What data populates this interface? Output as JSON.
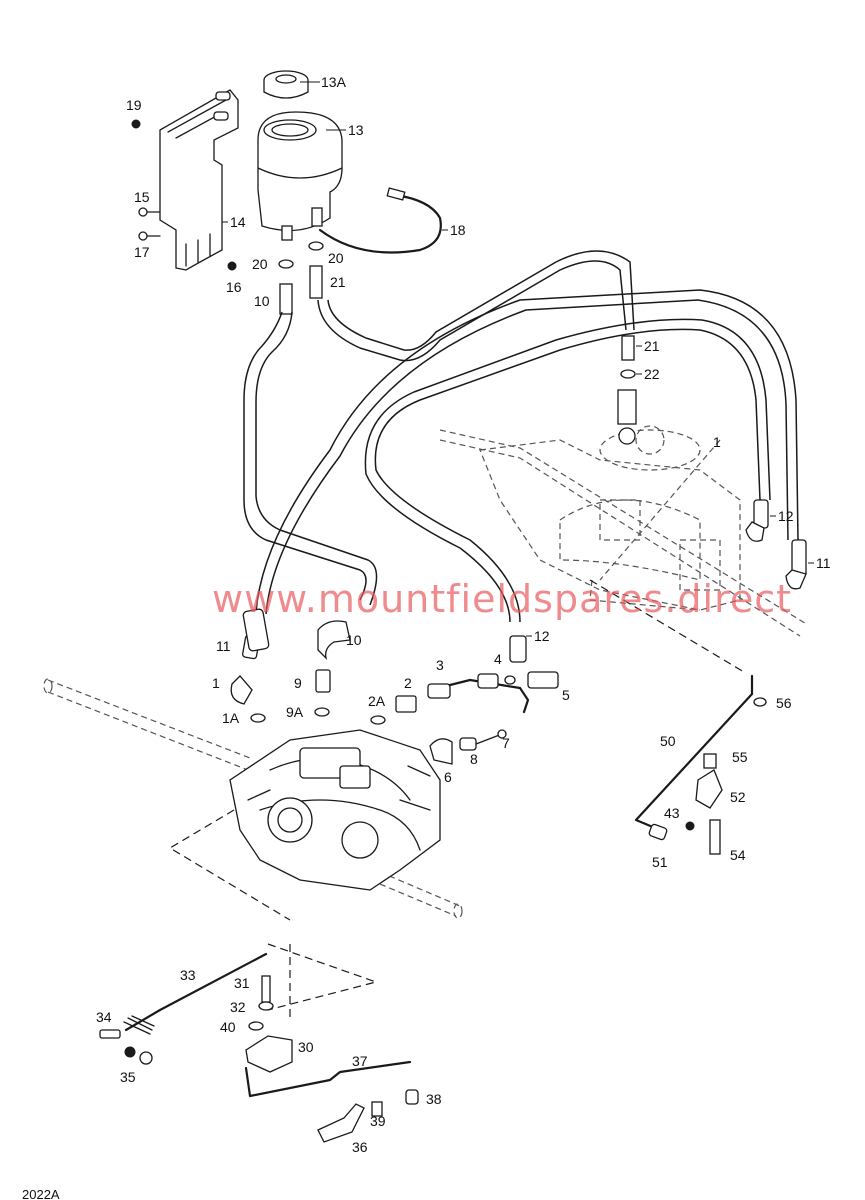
{
  "watermark": "www.mountfieldspares.direct",
  "figure_ref": "2022A",
  "callouts": {
    "c13A": "13A",
    "c13": "13",
    "c19": "19",
    "c14": "14",
    "c15": "15",
    "c17": "17",
    "c16": "16",
    "c18": "18",
    "c20a": "20",
    "c20b": "20",
    "c10a": "10",
    "c21a": "21",
    "c21b": "21",
    "c22": "22",
    "c1a": "1",
    "c12a": "12",
    "c11a": "11",
    "c11b": "11",
    "c10b": "10",
    "c12b": "12",
    "c1b": "1",
    "c9": "9",
    "c3": "3",
    "c4": "4",
    "c2": "2",
    "c5": "5",
    "c2A": "2A",
    "c1A": "1A",
    "c9A": "9A",
    "c7": "7",
    "c8": "8",
    "c6": "6",
    "c56": "56",
    "c50": "50",
    "c55": "55",
    "c52": "52",
    "c43": "43",
    "c51": "51",
    "c54": "54",
    "c33": "33",
    "c31": "31",
    "c32": "32",
    "c34": "34",
    "c40": "40",
    "c30": "30",
    "c35": "35",
    "c37": "37",
    "c39": "39",
    "c38": "38",
    "c36": "36"
  }
}
